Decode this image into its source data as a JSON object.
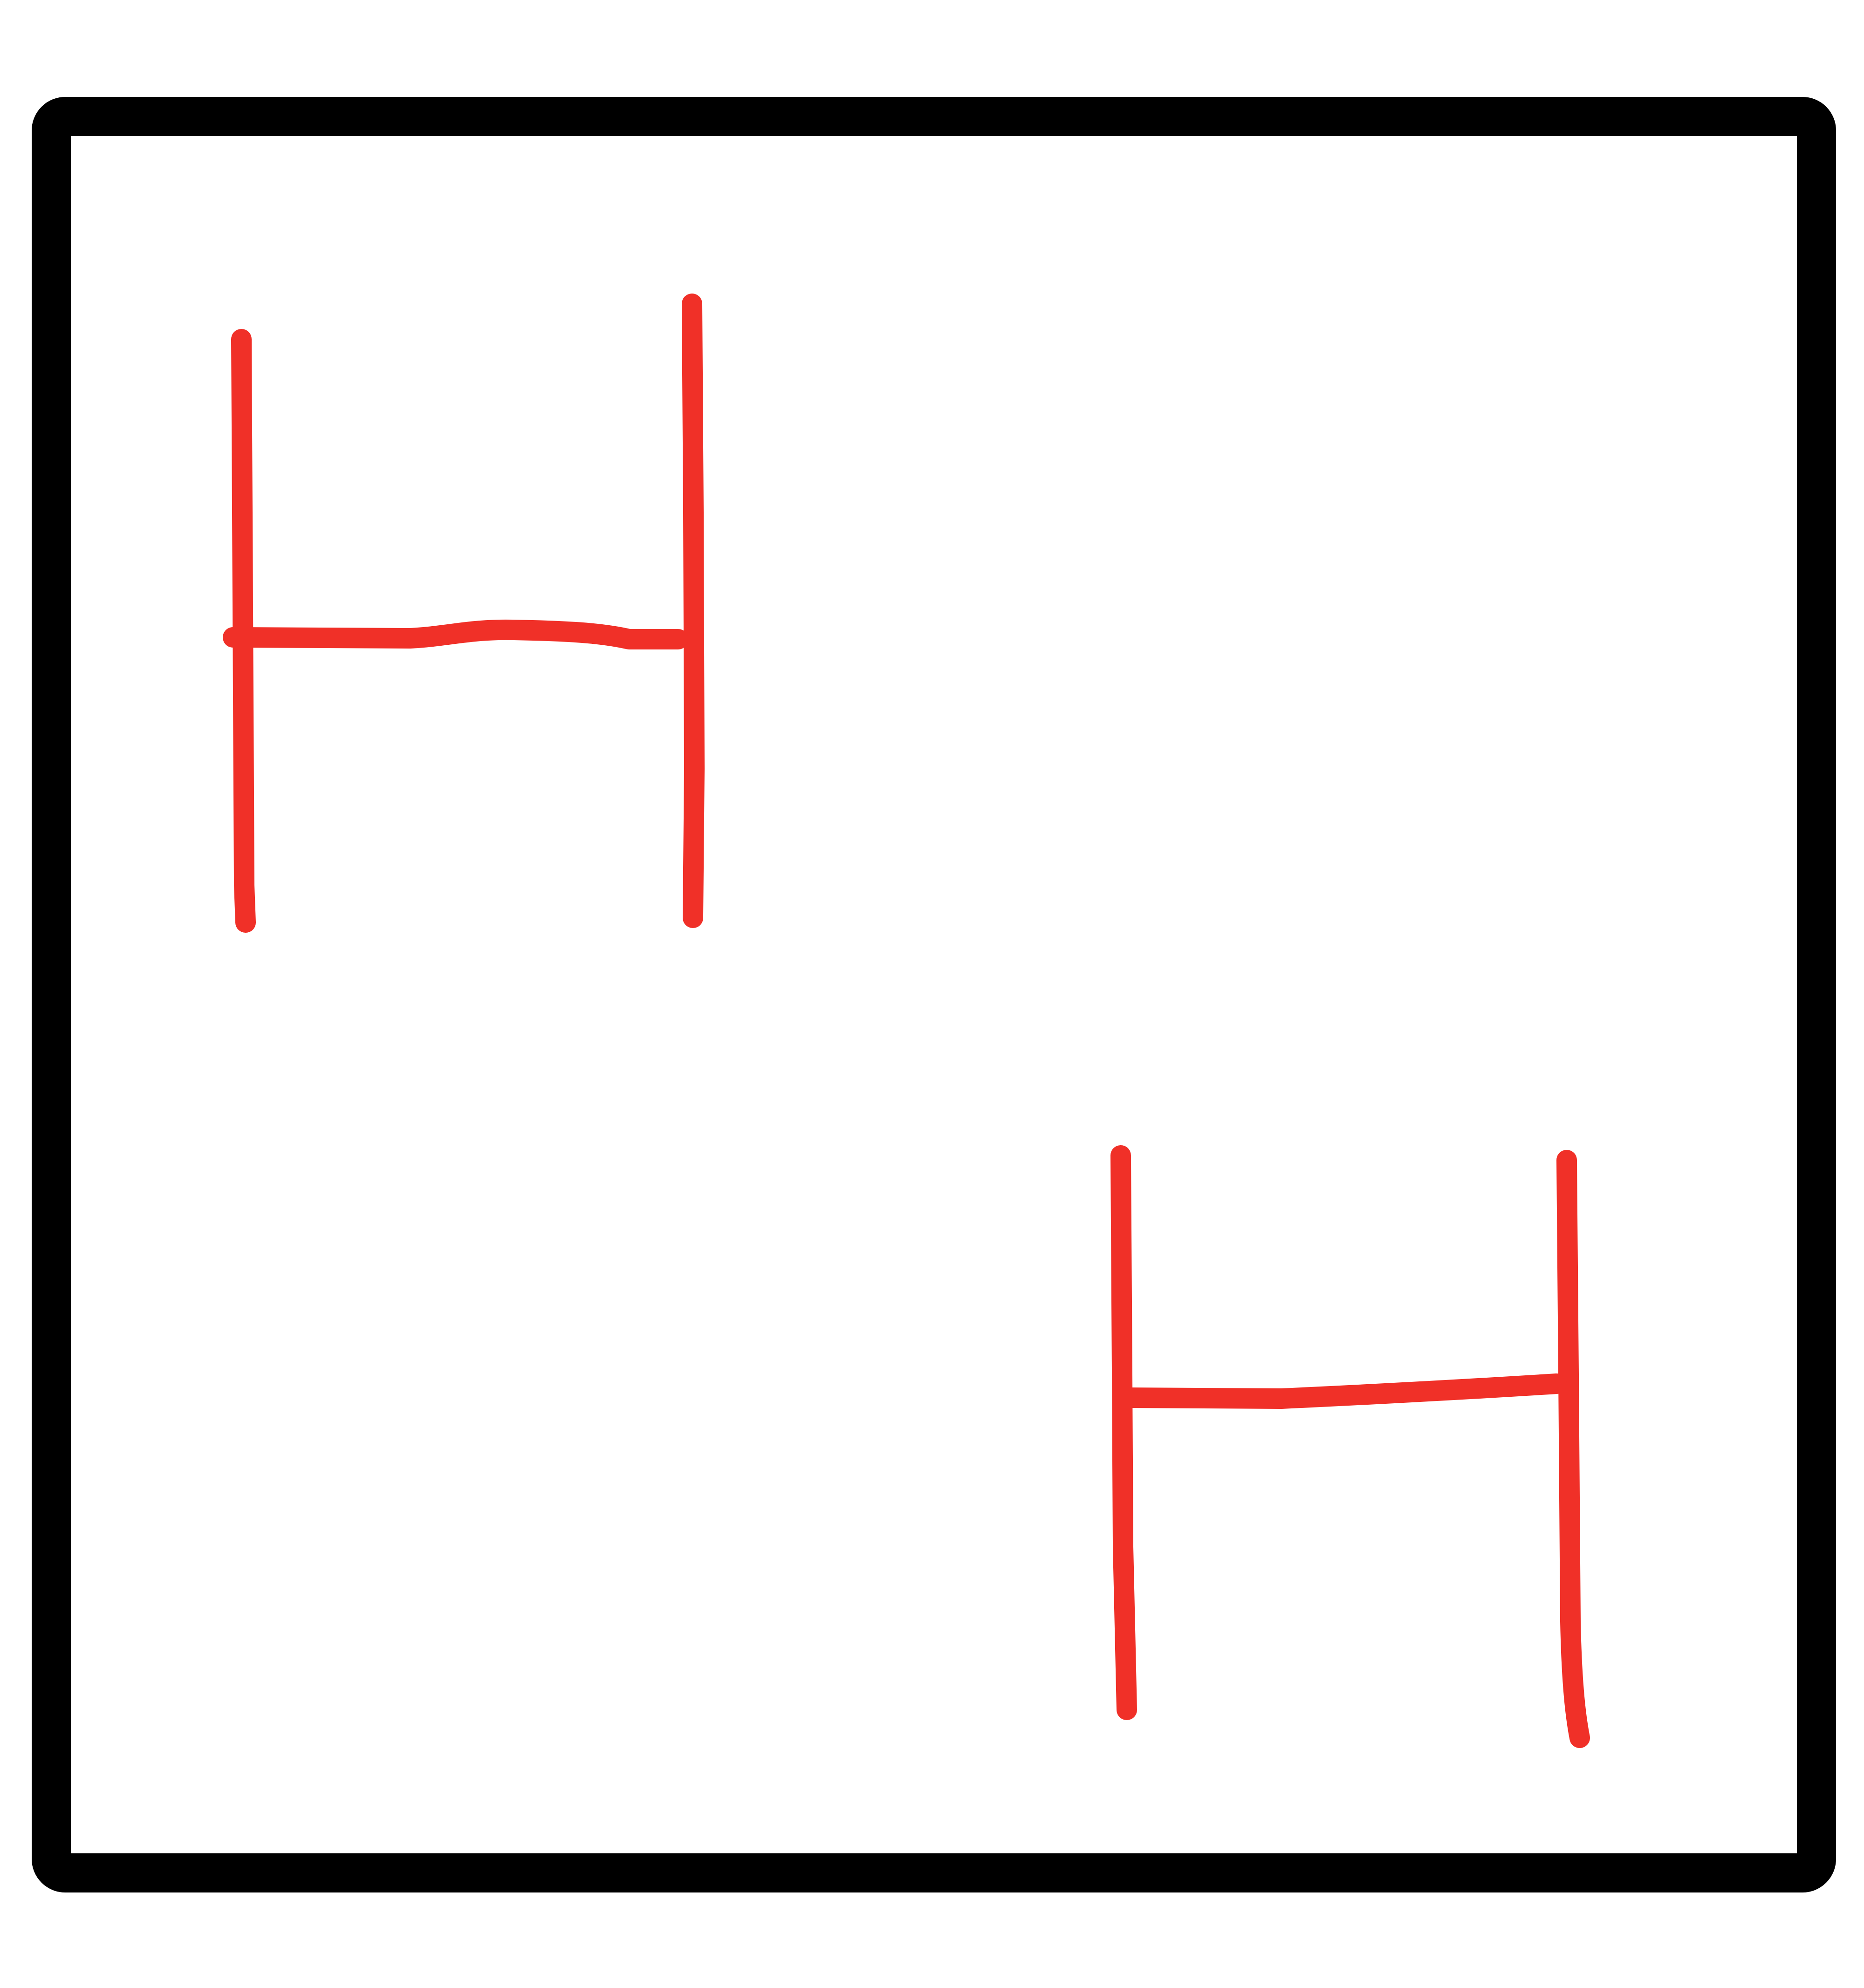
{
  "drawing": {
    "frame_color": "#000000",
    "stroke_color": "#f03028",
    "background_color": "#ffffff",
    "glyphs": [
      {
        "letter": "H",
        "role": "sketch"
      },
      {
        "letter": "H",
        "role": "sketch"
      }
    ]
  }
}
